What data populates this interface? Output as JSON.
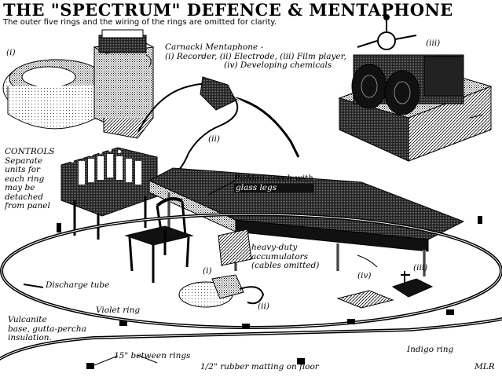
{
  "title": "THE \"SPECTRUM\" DEFENCE & MENTAPHONE",
  "subtitle": "The outer five rings and the wiring of the rings are omitted for clarity.",
  "mentaphone": {
    "heading": "Carnacki Mentaphone -",
    "line1": "(i) Recorder, (ii) Electrode, (iii) Film player,",
    "line2": "(iv) Developing chemicals"
  },
  "top_labels": {
    "i": "(i)",
    "ii": "(ii)",
    "iii": "(iii)"
  },
  "controls": {
    "heading": "CONTROLS",
    "lines": [
      "Separate",
      "units for",
      "each ring",
      "may be",
      "detached",
      "from panel"
    ]
  },
  "couch": {
    "line1": "Padded couch with",
    "line2": "glass legs"
  },
  "accumulators": {
    "line1": "heavy-duty",
    "line2": "accumulators",
    "line3": "(cables omitted)"
  },
  "floor_labels": {
    "i": "(i)",
    "ii": "(ii)",
    "iii": "(iii)",
    "iv": "(iv)"
  },
  "discharge_tube": "Discharge tube",
  "violet_ring": "Violet ring",
  "vulcanite": [
    "Vulcanite",
    "base, gutta-percha",
    "insulation."
  ],
  "spacing": "15\" between rings",
  "matting": "1/2\" rubber matting on floor",
  "indigo_ring": "Indigo ring",
  "signature": "MLR"
}
